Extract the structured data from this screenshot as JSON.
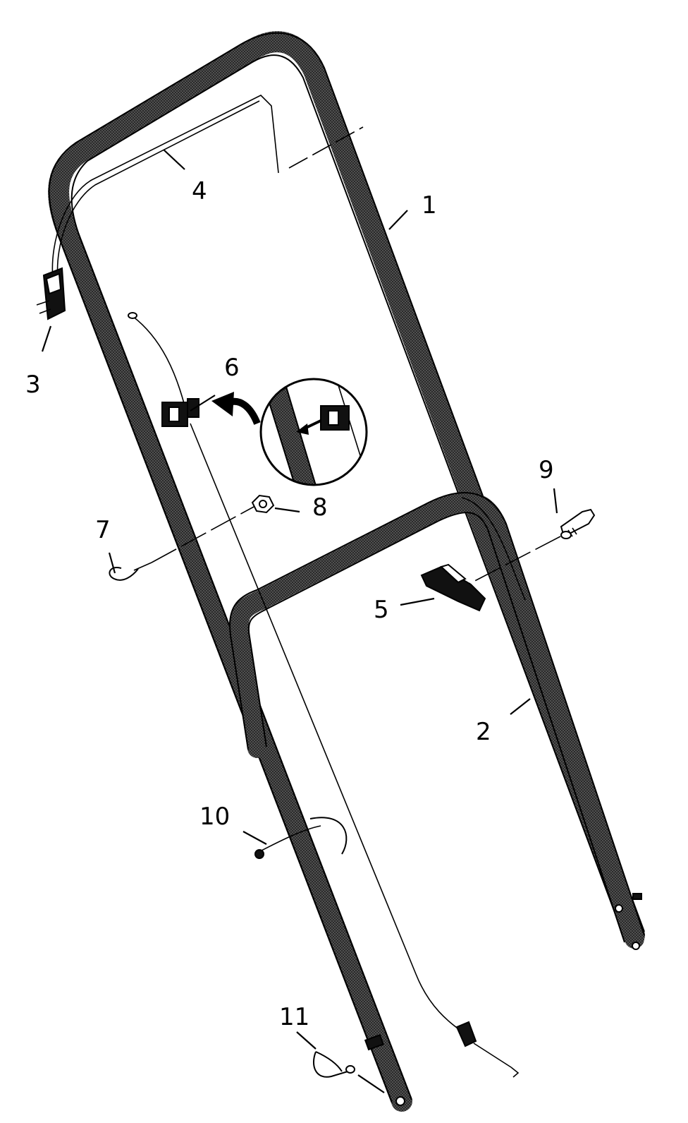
{
  "callouts": [
    {
      "id": "1",
      "label": "1",
      "part": "upper-handle"
    },
    {
      "id": "2",
      "label": "2",
      "part": "lower-handle"
    },
    {
      "id": "3",
      "label": "3",
      "part": "control-bail"
    },
    {
      "id": "4",
      "label": "4",
      "part": "bail-wire"
    },
    {
      "id": "5",
      "label": "5",
      "part": "handle-knob"
    },
    {
      "id": "6",
      "label": "6",
      "part": "cable-clip"
    },
    {
      "id": "7",
      "label": "7",
      "part": "eye-bolt"
    },
    {
      "id": "8",
      "label": "8",
      "part": "hex-nut"
    },
    {
      "id": "9",
      "label": "9",
      "part": "carriage-bolt"
    },
    {
      "id": "10",
      "label": "10",
      "part": "cable-tie"
    },
    {
      "id": "11",
      "label": "11",
      "part": "hair-pin-clip"
    }
  ]
}
